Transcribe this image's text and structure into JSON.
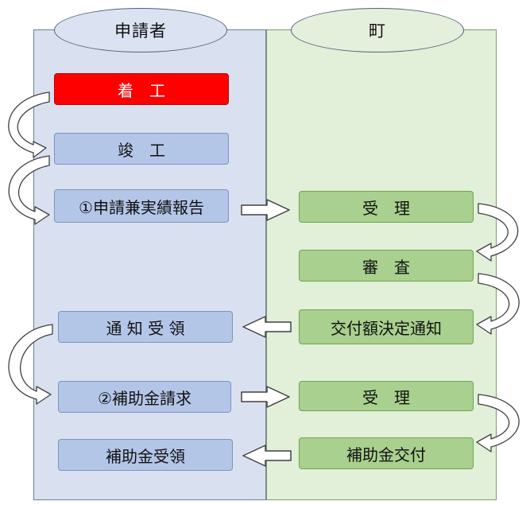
{
  "lanes": {
    "left": "申請者",
    "right": "町"
  },
  "colors": {
    "applicant_lane": "#d9e1f1",
    "town_lane": "#e2efd9",
    "blue_box": "#b4c6e7",
    "green_box": "#a9d08e",
    "highlight_box": "#ff0000"
  },
  "steps": {
    "start": "着　工",
    "complete": "竣　工",
    "apply": "①申請兼実績報告",
    "receive1": "受　理",
    "review": "審　査",
    "decision": "交付額決定通知",
    "notice_received": "通 知 受 領",
    "claim": "②補助金請求",
    "receive2": "受　理",
    "payment": "補助金交付",
    "subsidy_received": "補助金受領"
  }
}
